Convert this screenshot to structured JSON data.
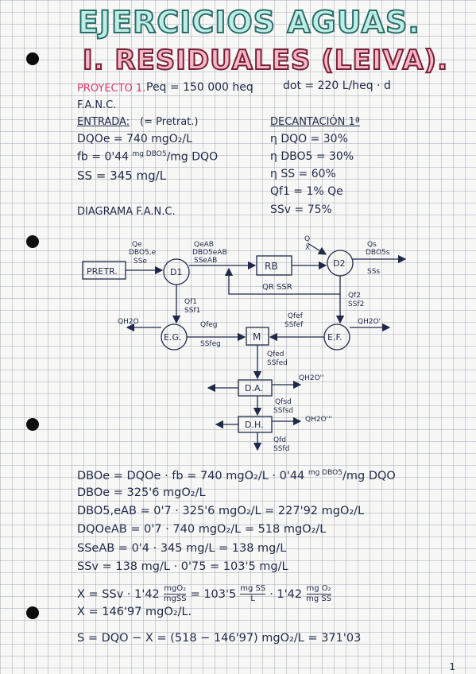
{
  "title": "EJERCICIOS AGUAS.",
  "subtitle": "I. RESIDUALES (LEIVA).",
  "header": {
    "project": "PROYECTO 1.",
    "peq": "Peq = 150 000 heq",
    "dot": "dot = 220 L/heq · d",
    "fanc": "F.A.N.C."
  },
  "entrada": {
    "label": "ENTRADA:",
    "pretrat": "(= Pretrat.)",
    "dqo": "DQOe = 740 mgO₂/L",
    "fb_prefix": "fb = 0'44 ",
    "fb_sup": "mg DBO5",
    "fb_suffix": "/mg DQO",
    "ss": "SS = 345 mg/L"
  },
  "decantacion": {
    "label": "DECANTACIÓN 1ª",
    "n_dqo": "η DQO = 30%",
    "n_dbo": "η DBO5 = 30%",
    "n_ss": "η SS = 60%",
    "qf1": "Qf1 = 1% Qe",
    "ssv": "SSv = 75%"
  },
  "diagram_label": "DIAGRAMA F.A.N.C.",
  "diagram": {
    "boxes": {
      "pretr": "PRETR.",
      "d1": "D1",
      "rb": "RB",
      "d2": "D2",
      "eg": "E.G.",
      "m": "M",
      "ef": "E.F.",
      "da": "D.A.",
      "dh": "D.H."
    },
    "labels": {
      "qe": "Qe",
      "dbo5e": "DBO5,e",
      "sse": "SSe",
      "qeab": "QeAB",
      "dbo5eab": "DBO5eAB",
      "sseab": "SSeAB",
      "q": "Q",
      "x": "X",
      "qs": "Qs",
      "dbo5s": "DBO5s",
      "sss": "SSs",
      "qr_ssr": "QR SSR",
      "qf1": "Qf1",
      "ssf1": "SSf1",
      "qf2": "Qf2",
      "ssf2": "SSf2",
      "qh2o_eg": "QH2O",
      "qfeg": "Qfeg",
      "ssfeg": "SSfeg",
      "qfef": "Qfef",
      "ssfef": "SSfef",
      "qh2o_ef": "QH2O'",
      "qfed": "Qfed",
      "ssfed": "SSfed",
      "qh2o_da": "QH2O''",
      "qfsd": "Qfsd",
      "ssfsd": "SSfsd",
      "qh2o_dh": "QH2O'''",
      "qfd": "Qfd",
      "ssfd": "SSfd"
    }
  },
  "calculations": {
    "l1a": "DBOe = DQOe · fb = 740 mgO₂/L · 0'44 ",
    "l1sup": "mg DBO5",
    "l1b": "/mg DQO",
    "l2": "DBOe = 325'6 mgO₂/L",
    "l3": "DBO5,eAB = 0'7 · 325'6 mgO₂/L = 227'92 mgO₂/L",
    "l4": "DQOeAB = 0'7 · 740 mgO₂/L = 518 mgO₂/L",
    "l5": "SSeAB = 0'4 · 345 mg/L = 138 mg/L",
    "l6": "SSv = 138 mg/L · 0'75 = 103'5 mg/L",
    "l7a": "X = SSv · 1'42",
    "l7f1n": "mgO₂",
    "l7f1d": "mgSS",
    "l7b": "= 103'5",
    "l7f2n": "mg SS",
    "l7f2d": "L",
    "l7c": "· 1'42",
    "l7f3n": "mg O₂",
    "l7f3d": "mg SS",
    "l8": "X = 146'97 mgO₂/L.",
    "l9": "S = DQO − X = (518 − 146'97) mgO₂/L = 371'03"
  },
  "page_number": "1"
}
